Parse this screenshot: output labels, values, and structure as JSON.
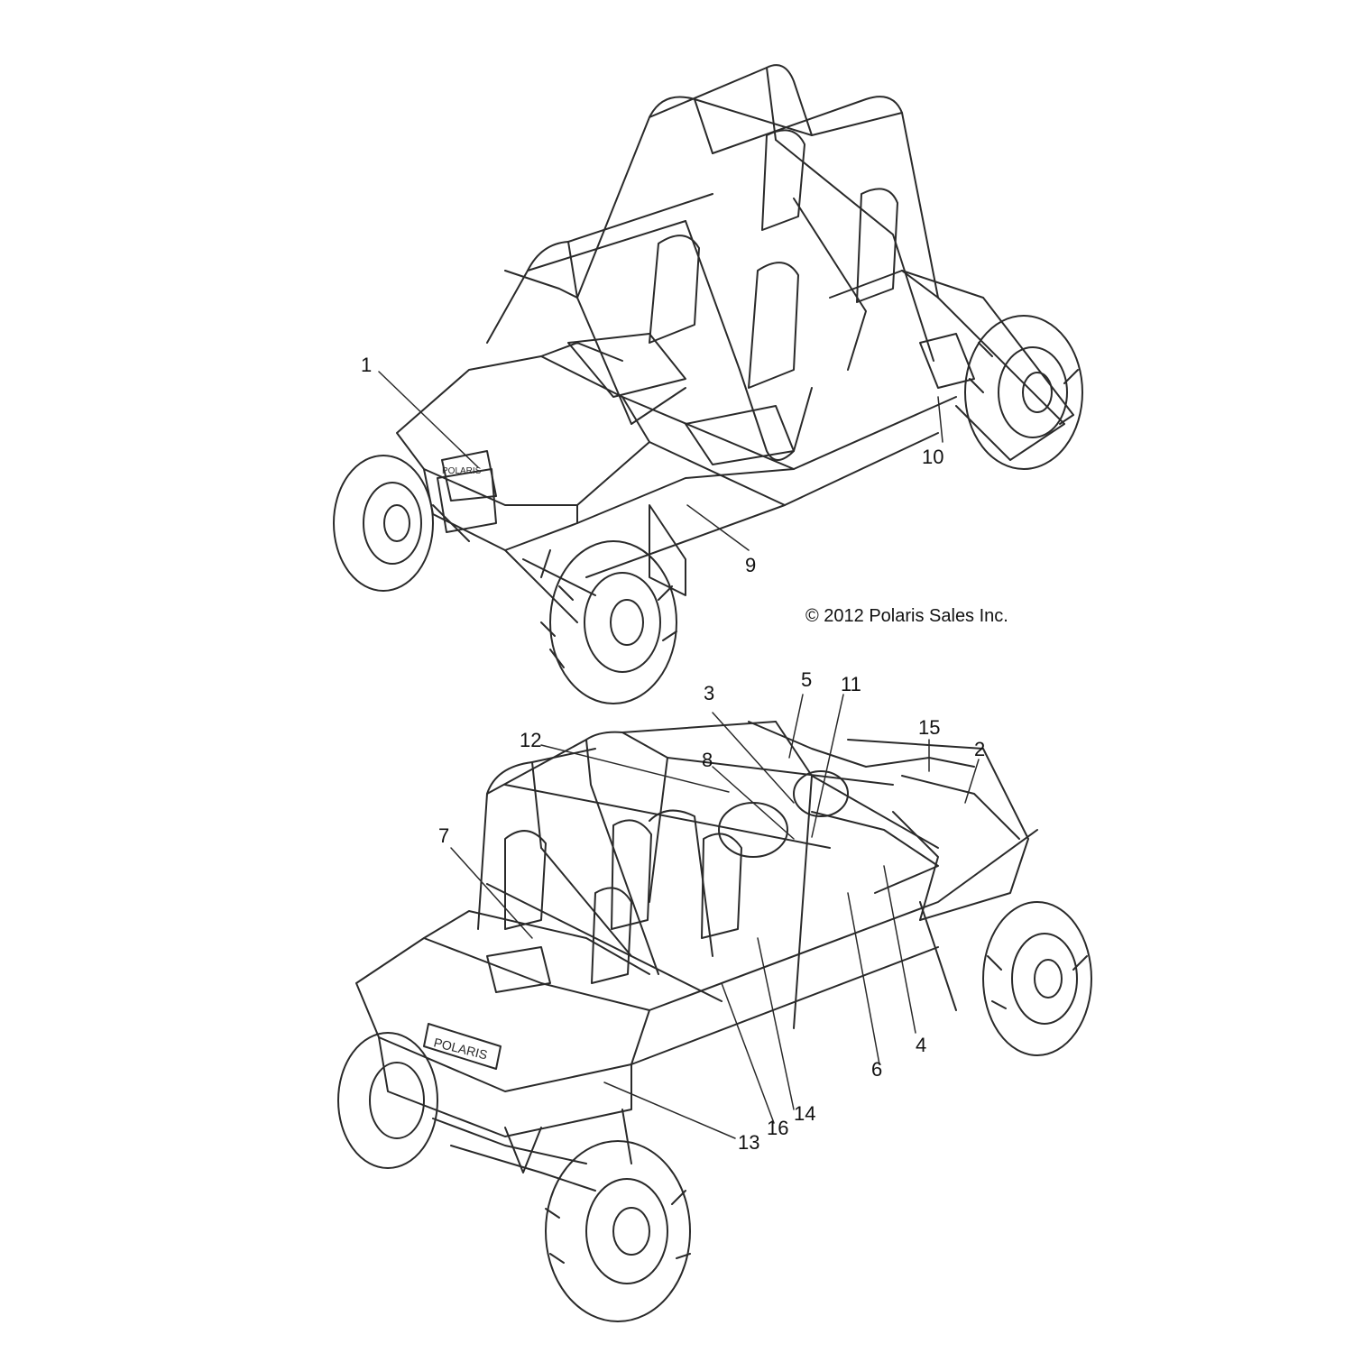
{
  "copyright": "© 2012 Polaris Sales Inc.",
  "brand_text_front": "POLARIS",
  "brand_text_rear": "POLARIS",
  "callouts_top": [
    {
      "id": "1",
      "label": "1"
    },
    {
      "id": "9",
      "label": "9"
    },
    {
      "id": "10",
      "label": "10"
    }
  ],
  "callouts_bottom": [
    {
      "id": "2",
      "label": "2"
    },
    {
      "id": "3",
      "label": "3"
    },
    {
      "id": "4",
      "label": "4"
    },
    {
      "id": "5",
      "label": "5"
    },
    {
      "id": "6",
      "label": "6"
    },
    {
      "id": "7",
      "label": "7"
    },
    {
      "id": "8",
      "label": "8"
    },
    {
      "id": "11",
      "label": "11"
    },
    {
      "id": "12",
      "label": "12"
    },
    {
      "id": "13",
      "label": "13"
    },
    {
      "id": "14",
      "label": "14"
    },
    {
      "id": "15",
      "label": "15"
    },
    {
      "id": "16",
      "label": "16"
    }
  ],
  "colors": {
    "line": "#2a2a2a",
    "ink": "#111111",
    "background": "#ffffff"
  }
}
